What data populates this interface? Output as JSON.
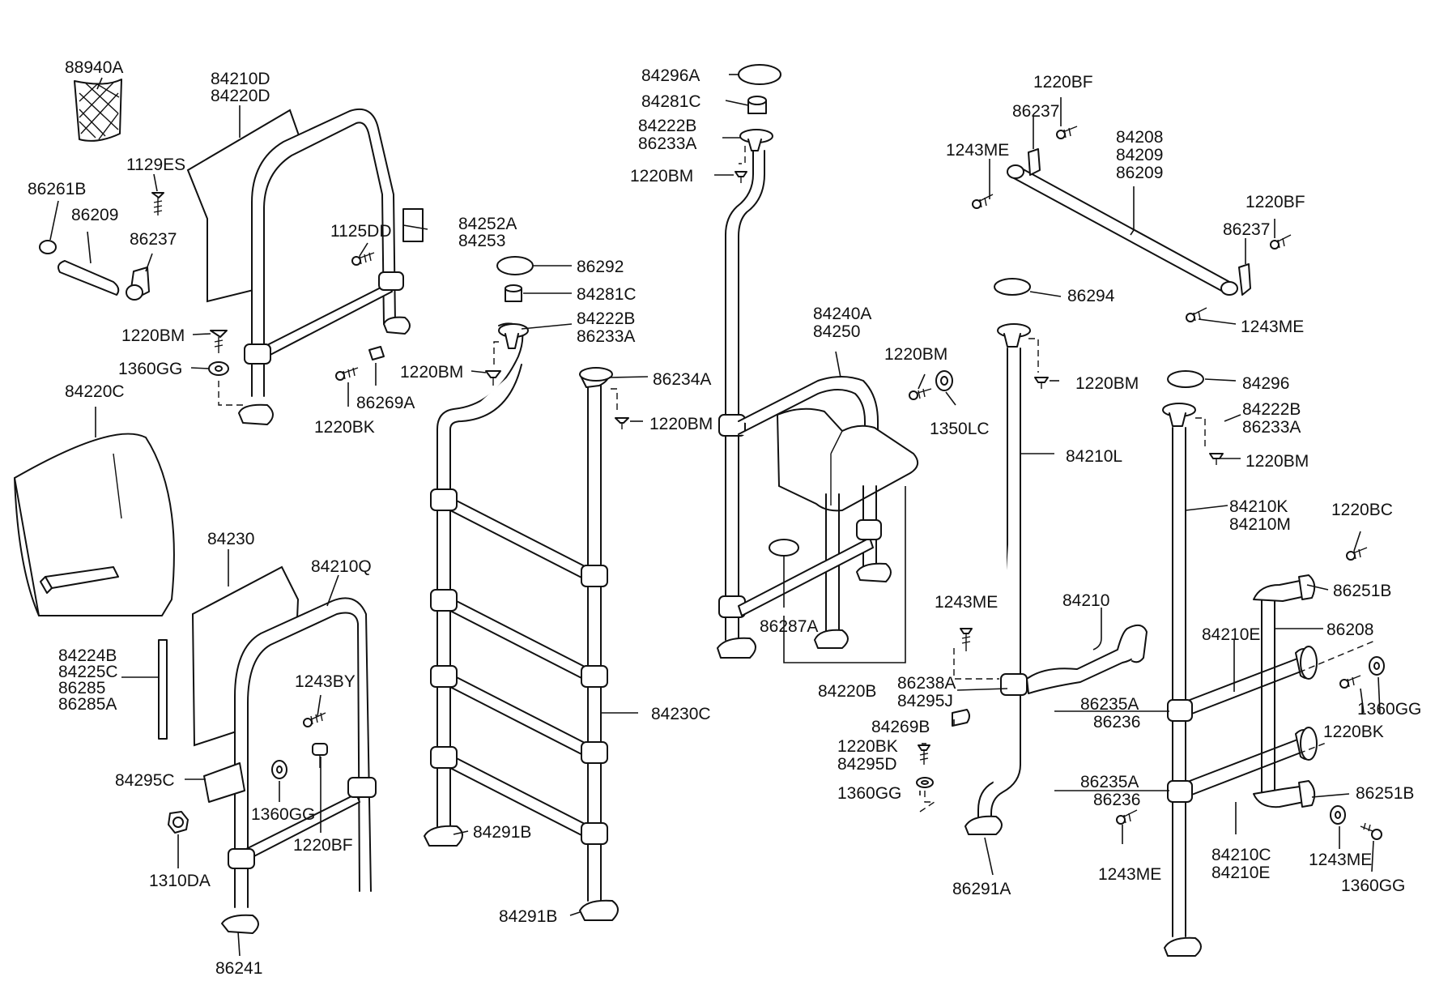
{
  "labels": {
    "l_88940A": "88940A",
    "l_84210D": "84210D",
    "l_84220D": "84220D",
    "l_1129ES": "1129ES",
    "l_86261B": "86261B",
    "l_86209": "86209",
    "l_86237_a": "86237",
    "l_1125DD": "1125DD",
    "l_84252A": "84252A",
    "l_84253": "84253",
    "l_1220BM_a": "1220BM",
    "l_1360GG_a": "1360GG",
    "l_86269A": "86269A",
    "l_1220BK_a": "1220BK",
    "l_84220C": "84220C",
    "l_84230": "84230",
    "l_84210Q": "84210Q",
    "l_84224B": "84224B",
    "l_84225C": "84225C",
    "l_86285": "86285",
    "l_86285A": "86285A",
    "l_1243BY": "1243BY",
    "l_84295C": "84295C",
    "l_1360GG_b": "1360GG",
    "l_1220BF_a": "1220BF",
    "l_1310DA": "1310DA",
    "l_86241": "86241",
    "l_86292": "86292",
    "l_84281C_a": "84281C",
    "l_84222B_a": "84222B",
    "l_86233A_a": "86233A",
    "l_1220BM_b": "1220BM",
    "l_86234A": "86234A",
    "l_1220BM_c": "1220BM",
    "l_84230C": "84230C",
    "l_84291B_a": "84291B",
    "l_84291B_b": "84291B",
    "l_84296A": "84296A",
    "l_84281C_b": "84281C",
    "l_84222B_b": "84222B",
    "l_86233A_b": "86233A",
    "l_1220BM_d": "1220BM",
    "l_84240A": "84240A",
    "l_84250": "84250",
    "l_86287A": "86287A",
    "l_84220B": "84220B",
    "l_1220BM_e": "1220BM",
    "l_1350LC": "1350LC",
    "l_1220BF_b": "1220BF",
    "l_86237_b": "86237",
    "l_1243ME_a": "1243ME",
    "l_84208": "84208",
    "l_84209": "84209",
    "l_86209_b": "86209",
    "l_1220BF_c": "1220BF",
    "l_86237_c": "86237",
    "l_1243ME_b": "1243ME",
    "l_86294": "86294",
    "l_1220BM_f": "1220BM",
    "l_84210L": "84210L",
    "l_84296": "84296",
    "l_84222B_c": "84222B",
    "l_86233A_c": "86233A",
    "l_1220BM_g": "1220BM",
    "l_84210K": "84210K",
    "l_84210M": "84210M",
    "l_1220BC": "1220BC",
    "l_86251B_a": "86251B",
    "l_86208": "86208",
    "l_84210E_a": "84210E",
    "l_1243ME_c": "1243ME",
    "l_84210": "84210",
    "l_86238A": "86238A",
    "l_84295J": "84295J",
    "l_84269B": "84269B",
    "l_1220BK_b": "1220BK",
    "l_84295D": "84295D",
    "l_1360GG_c": "1360GG",
    "l_86291A": "86291A",
    "l_86235A_a": "86235A",
    "l_86236_a": "86236",
    "l_1360GG_d": "1360GG",
    "l_1220BK_c": "1220BK",
    "l_86235A_b": "86235A",
    "l_86236_b": "86236",
    "l_86251B_b": "86251B",
    "l_1243ME_d": "1243ME",
    "l_84210C": "84210C",
    "l_84210E_b": "84210E",
    "l_1243ME_e": "1243ME",
    "l_1360GG_e": "1360GG"
  }
}
